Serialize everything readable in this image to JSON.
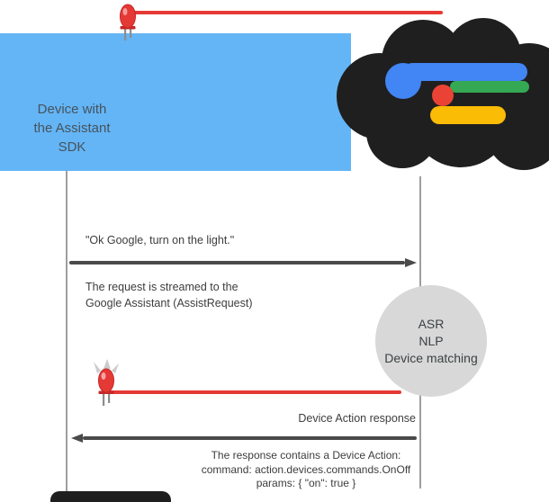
{
  "device_box": {
    "lines": [
      "Device with",
      "the Assistant",
      "SDK"
    ]
  },
  "labels": {
    "user_utterance": "\"Ok Google, turn on the light.\"",
    "request": [
      "The request is streamed to the",
      "Google Assistant (AssistRequest)"
    ],
    "response": "Device Action response",
    "footer": [
      "The response contains a Device Action:",
      "command: action.devices.commands.OnOff",
      "params: { \"on\": true }"
    ]
  },
  "processing_circle": {
    "lines": [
      "ASR",
      "NLP",
      "Device matching"
    ]
  },
  "icons": {
    "cloud": "google-assistant-cloud-icon",
    "led_top": "led-off-icon",
    "led_bottom": "led-on-icon"
  },
  "colors": {
    "device_box": "#64B5F6",
    "cloud": "#1F1F1F",
    "led_red": "#E53935",
    "wire_red": "#E53935",
    "arrow_gray": "#4A4A4A",
    "lifeline_gray": "#9E9E9E",
    "circle_gray": "#D8D8D8",
    "google_blue": "#4285F4",
    "google_green": "#34A853",
    "google_red": "#EA4335",
    "google_yellow": "#FBBC05"
  }
}
